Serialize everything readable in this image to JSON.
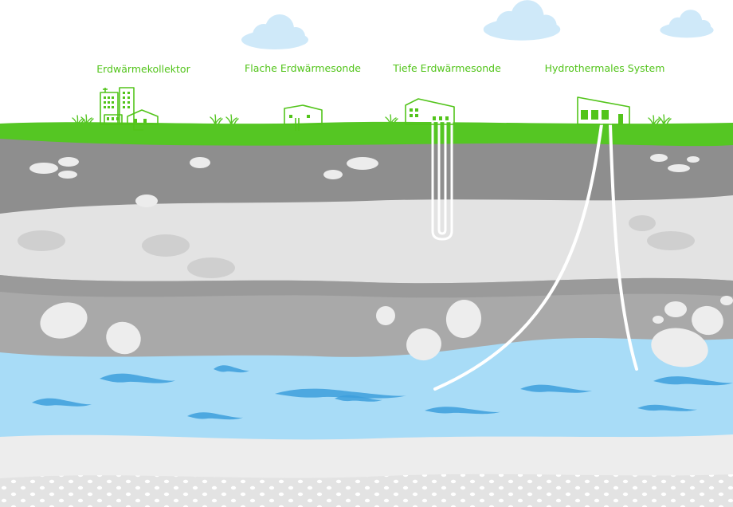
{
  "labels": {
    "collector": "Erdwärmekollektor",
    "shallow_probe": "Flache Erdwärmesonde",
    "deep_probe": "Tiefe Erdwärmesonde",
    "hydrothermal": "Hydrothermales System"
  },
  "colors": {
    "label": "#52c41a",
    "grass": "#55c623",
    "building": "#52c41a",
    "layer_dark": "#8e8e8e",
    "layer_light": "#e3e3e3",
    "layer_mid": "#a9a9a9",
    "aquifer": "#a8dcf7",
    "wave": "#3d9fdc",
    "cloud": "#cfe9f9",
    "pipe": "#ffffff"
  },
  "icons": [
    "city-buildings-icon",
    "house-icon",
    "shallow-probe-building-icon",
    "deep-probe-building-icon",
    "hydrothermal-building-icon",
    "grass-tuft-icon",
    "cloud-icon"
  ]
}
